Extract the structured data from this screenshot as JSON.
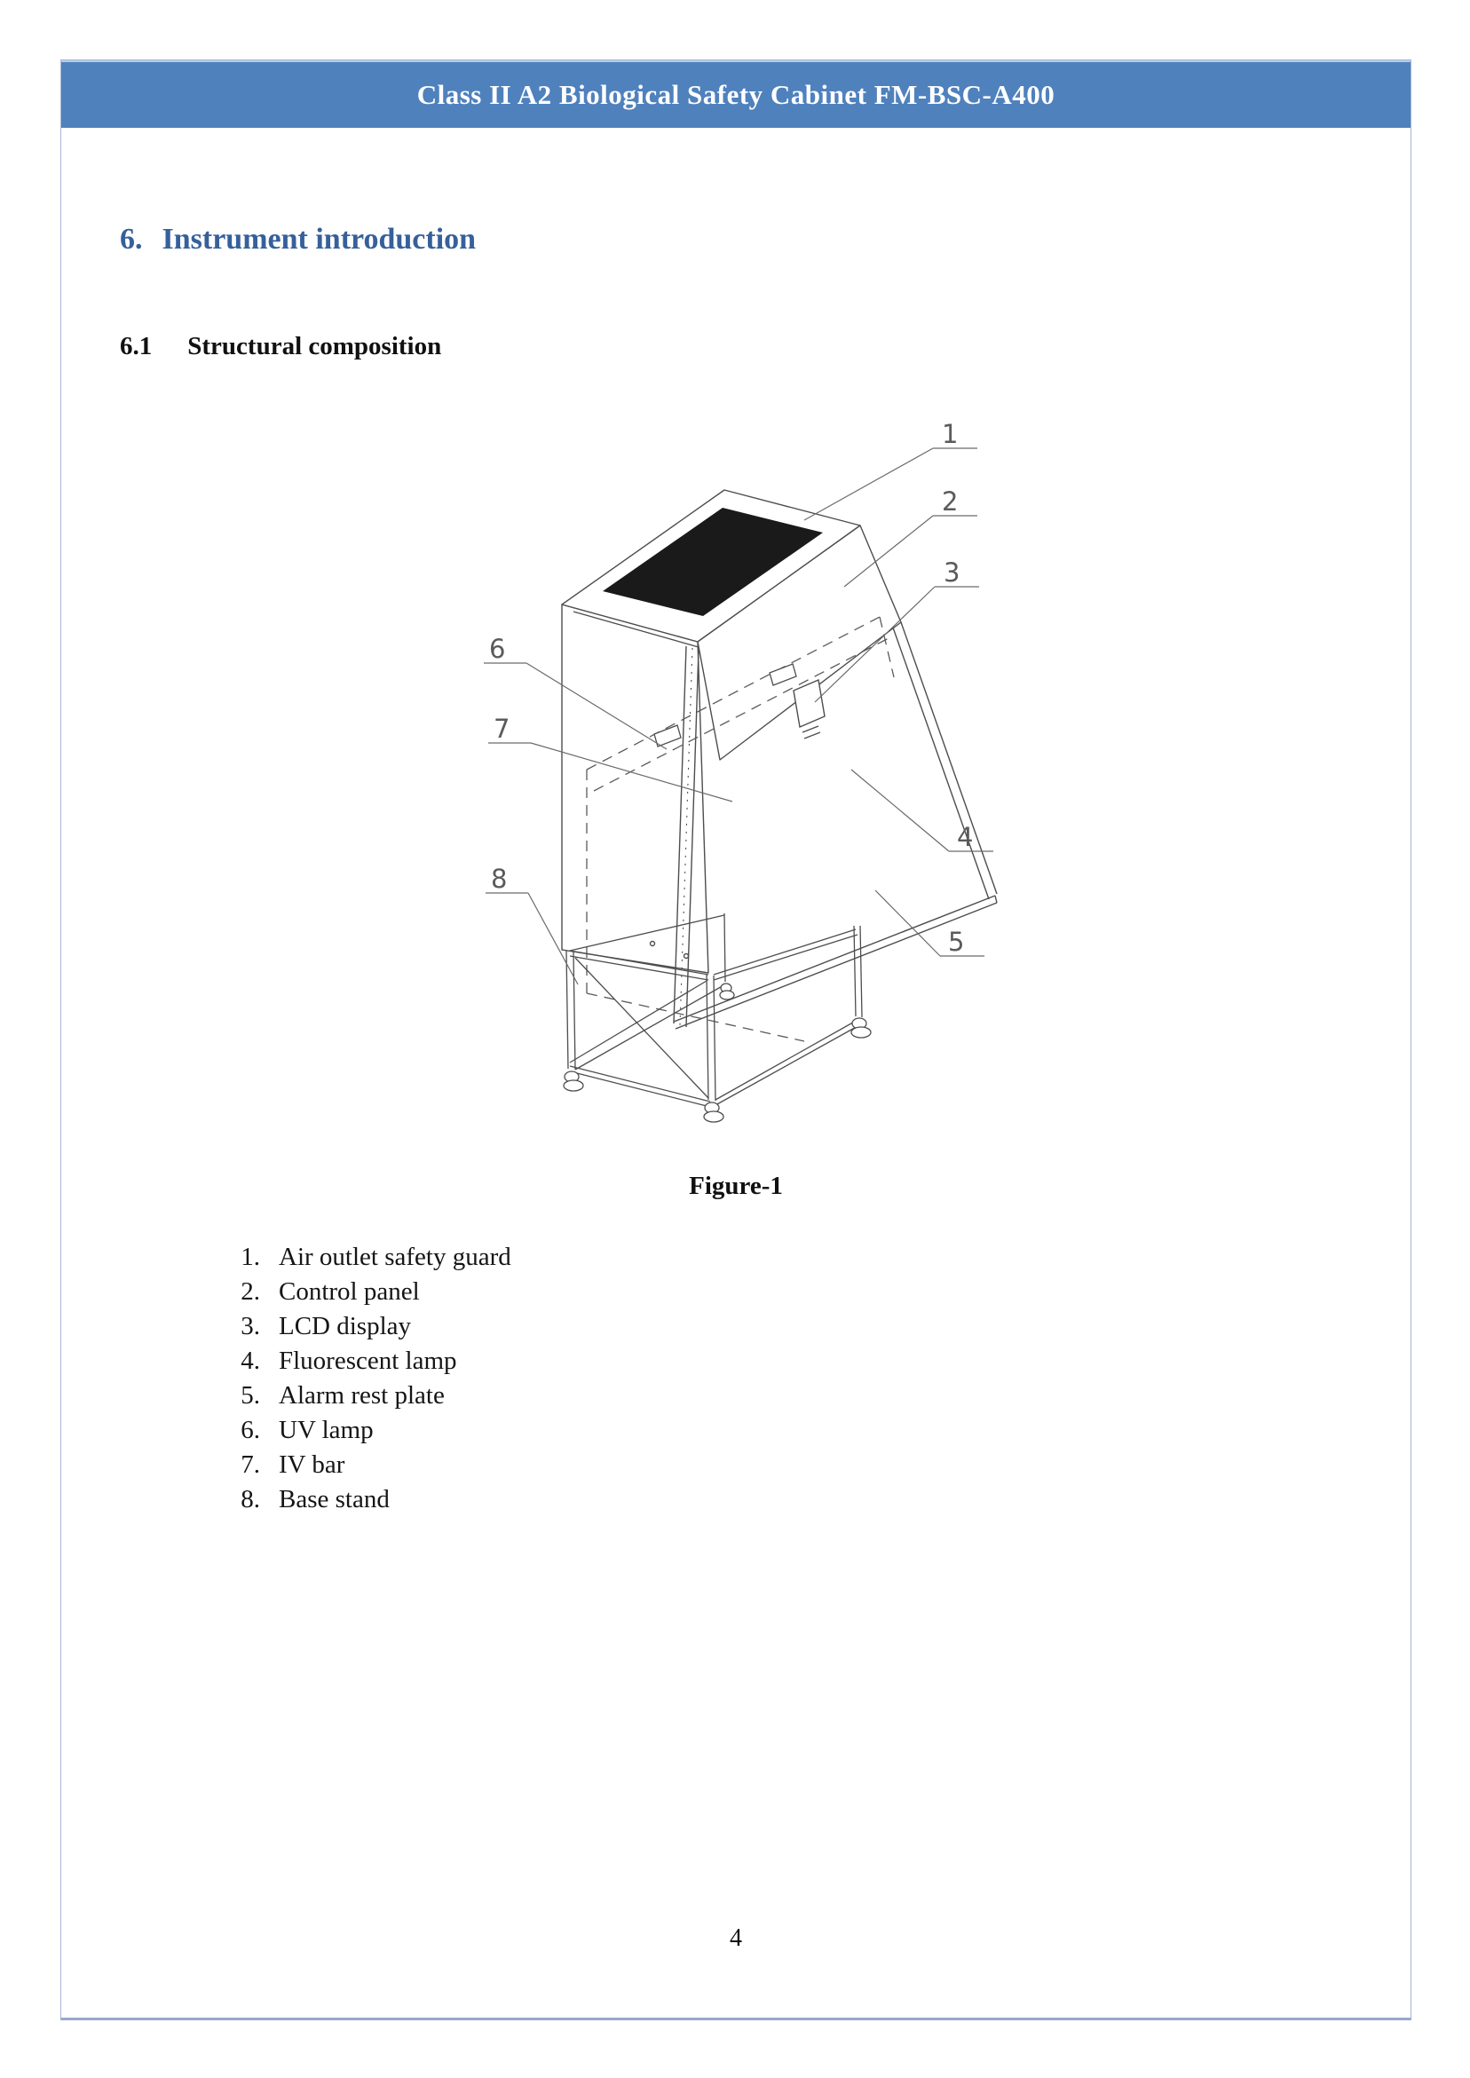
{
  "header": {
    "title": "Class II A2 Biological Safety Cabinet FM-BSC-A400"
  },
  "section": {
    "number": "6.",
    "title": "Instrument  introduction"
  },
  "subsection": {
    "number": "6.1",
    "title": "Structural composition"
  },
  "figure": {
    "caption": "Figure-1",
    "description": "isometric line drawing of biological safety cabinet on base stand",
    "callouts": [
      "1",
      "2",
      "3",
      "4",
      "5",
      "6",
      "7",
      "8"
    ]
  },
  "parts": [
    {
      "num": "1.",
      "label": "Air outlet safety guard"
    },
    {
      "num": "2.",
      "label": "Control panel"
    },
    {
      "num": "3.",
      "label": "LCD display"
    },
    {
      "num": "4.",
      "label": "Fluorescent lamp"
    },
    {
      "num": "5.",
      "label": "Alarm rest plate"
    },
    {
      "num": "6.",
      "label": "UV lamp"
    },
    {
      "num": "7.",
      "label": "IV bar"
    },
    {
      "num": "8.",
      "label": "Base stand"
    }
  ],
  "footer": {
    "page_number": "4"
  },
  "colors": {
    "header_bar": "#4f81bd",
    "heading_blue": "#36609a",
    "page_border": "#a6b5d5"
  }
}
